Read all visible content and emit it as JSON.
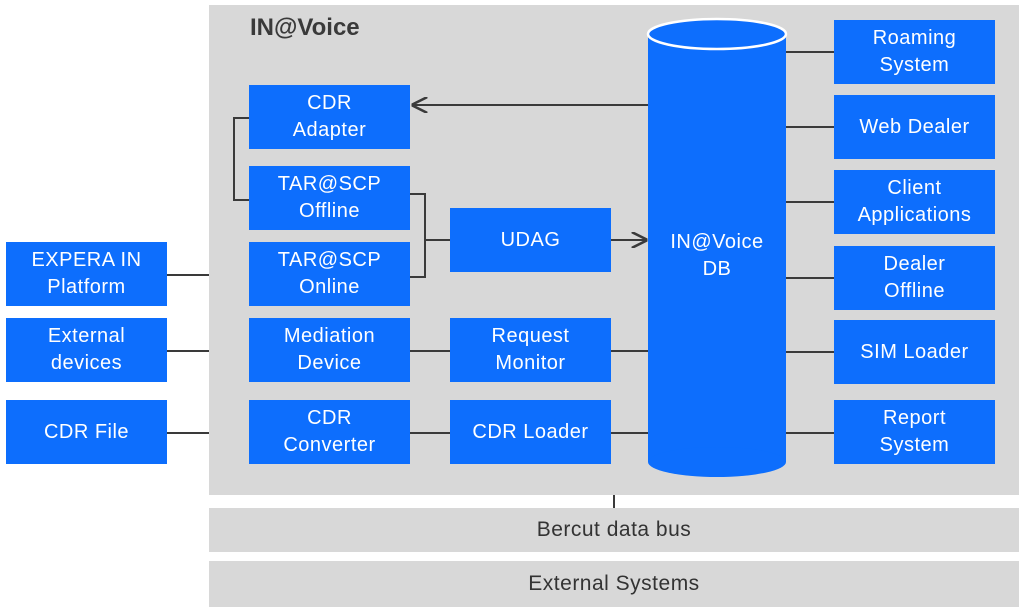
{
  "diagram": {
    "title": "IN@Voice",
    "external_left": [
      "EXPERA IN\nPlatform",
      "External\ndevices",
      "CDR File"
    ],
    "internal_nodes": {
      "cdr_adapter": "CDR\nAdapter",
      "tar_offline": "TAR@SCP\nOffline",
      "tar_online": "TAR@SCP\nOnline",
      "udag": "UDAG",
      "mediation": "Mediation\nDevice",
      "request_monitor": "Request\nMonitor",
      "cdr_converter": "CDR\nConverter",
      "cdr_loader": "CDR Loader"
    },
    "database": "IN@Voice\nDB",
    "right_systems": [
      "Roaming\nSystem",
      "Web Dealer",
      "Client\nApplications",
      "Dealer\nOffline",
      "SIM Loader",
      "Report\nSystem"
    ],
    "bus": "Bercut data bus",
    "external_systems": "External Systems",
    "colors": {
      "box": "#0d6efd",
      "panel": "#d8d8d8",
      "line": "#3a3a3a"
    }
  }
}
